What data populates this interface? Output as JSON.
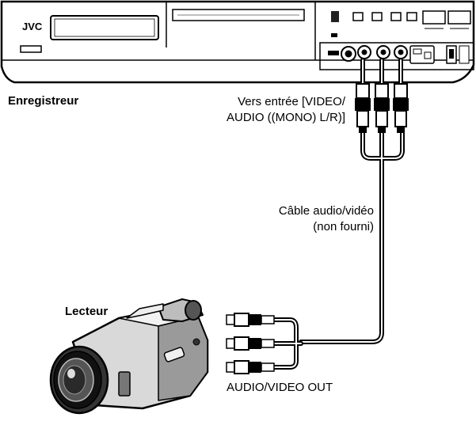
{
  "recorder": {
    "brand": "JVC",
    "label": "Enregistreur"
  },
  "input_label": {
    "line1": "Vers entrée [VIDEO/",
    "line2": "AUDIO ((MONO) L/R)]"
  },
  "cable_label": {
    "line1": "Câble audio/vidéo",
    "line2": "(non fourni)"
  },
  "player": {
    "label": "Lecteur",
    "output_label": "AUDIO/VIDEO OUT"
  }
}
